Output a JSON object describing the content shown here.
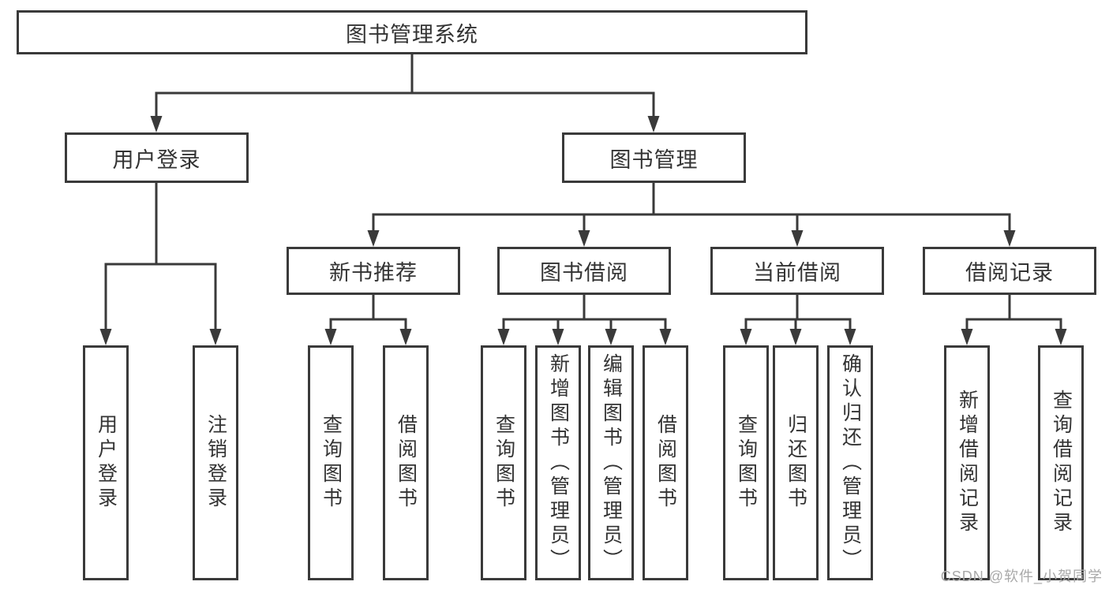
{
  "diagram": {
    "title": "图书管理系统",
    "level2": [
      {
        "label": "用户登录"
      },
      {
        "label": "图书管理"
      }
    ],
    "level3": [
      {
        "label": "新书推荐",
        "parent": "图书管理"
      },
      {
        "label": "图书借阅",
        "parent": "图书管理"
      },
      {
        "label": "当前借阅",
        "parent": "图书管理"
      },
      {
        "label": "借阅记录",
        "parent": "图书管理"
      }
    ],
    "leaves": [
      {
        "label": "用户登录",
        "parent": "用户登录"
      },
      {
        "label": "注销登录",
        "parent": "用户登录"
      },
      {
        "label": "查询图书",
        "parent": "新书推荐"
      },
      {
        "label": "借阅图书",
        "parent": "新书推荐"
      },
      {
        "label": "查询图书",
        "parent": "图书借阅"
      },
      {
        "label": "新增图书（管理员）",
        "parent": "图书借阅"
      },
      {
        "label": "编辑图书（管理员）",
        "parent": "图书借阅"
      },
      {
        "label": "借阅图书",
        "parent": "图书借阅"
      },
      {
        "label": "查询图书",
        "parent": "当前借阅"
      },
      {
        "label": "归还图书",
        "parent": "当前借阅"
      },
      {
        "label": "确认归还（管理员）",
        "parent": "当前借阅"
      },
      {
        "label": "新增借阅记录",
        "parent": "借阅记录"
      },
      {
        "label": "查询借阅记录",
        "parent": "借阅记录"
      }
    ]
  },
  "watermark": "CSDN @软件_小贺同学",
  "colors": {
    "line": "#3a3a3a",
    "border": "#3a3a3a",
    "text": "#333333",
    "background": "#ffffff",
    "watermark": "#a9a9a9"
  }
}
